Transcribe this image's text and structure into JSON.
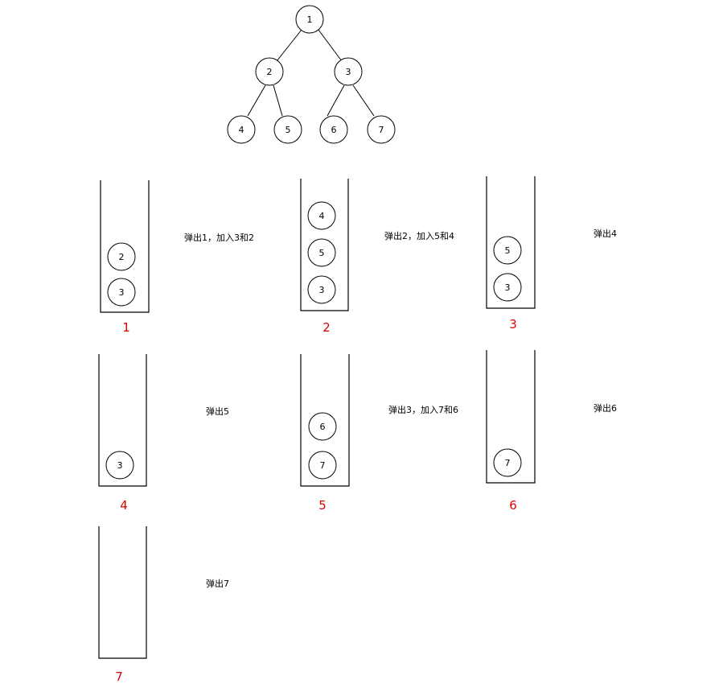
{
  "tree": {
    "nodes": [
      "1",
      "2",
      "3",
      "4",
      "5",
      "6",
      "7"
    ]
  },
  "steps": [
    {
      "number": "1",
      "stack": [
        "2",
        "3"
      ],
      "caption": "弹出1，加入3和2"
    },
    {
      "number": "2",
      "stack": [
        "4",
        "5",
        "3"
      ],
      "caption": "弹出2，加入5和4"
    },
    {
      "number": "3",
      "stack": [
        "5",
        "3"
      ],
      "caption": "弹出4"
    },
    {
      "number": "4",
      "stack": [
        "3"
      ],
      "caption": "弹出5"
    },
    {
      "number": "5",
      "stack": [
        "6",
        "7"
      ],
      "caption": "弹出3，加入7和6"
    },
    {
      "number": "6",
      "stack": [
        "7"
      ],
      "caption": "弹出6"
    },
    {
      "number": "7",
      "stack": [],
      "caption": "弹出7"
    }
  ],
  "colors": {
    "stroke": "#000000",
    "step_number": "#e00000"
  }
}
